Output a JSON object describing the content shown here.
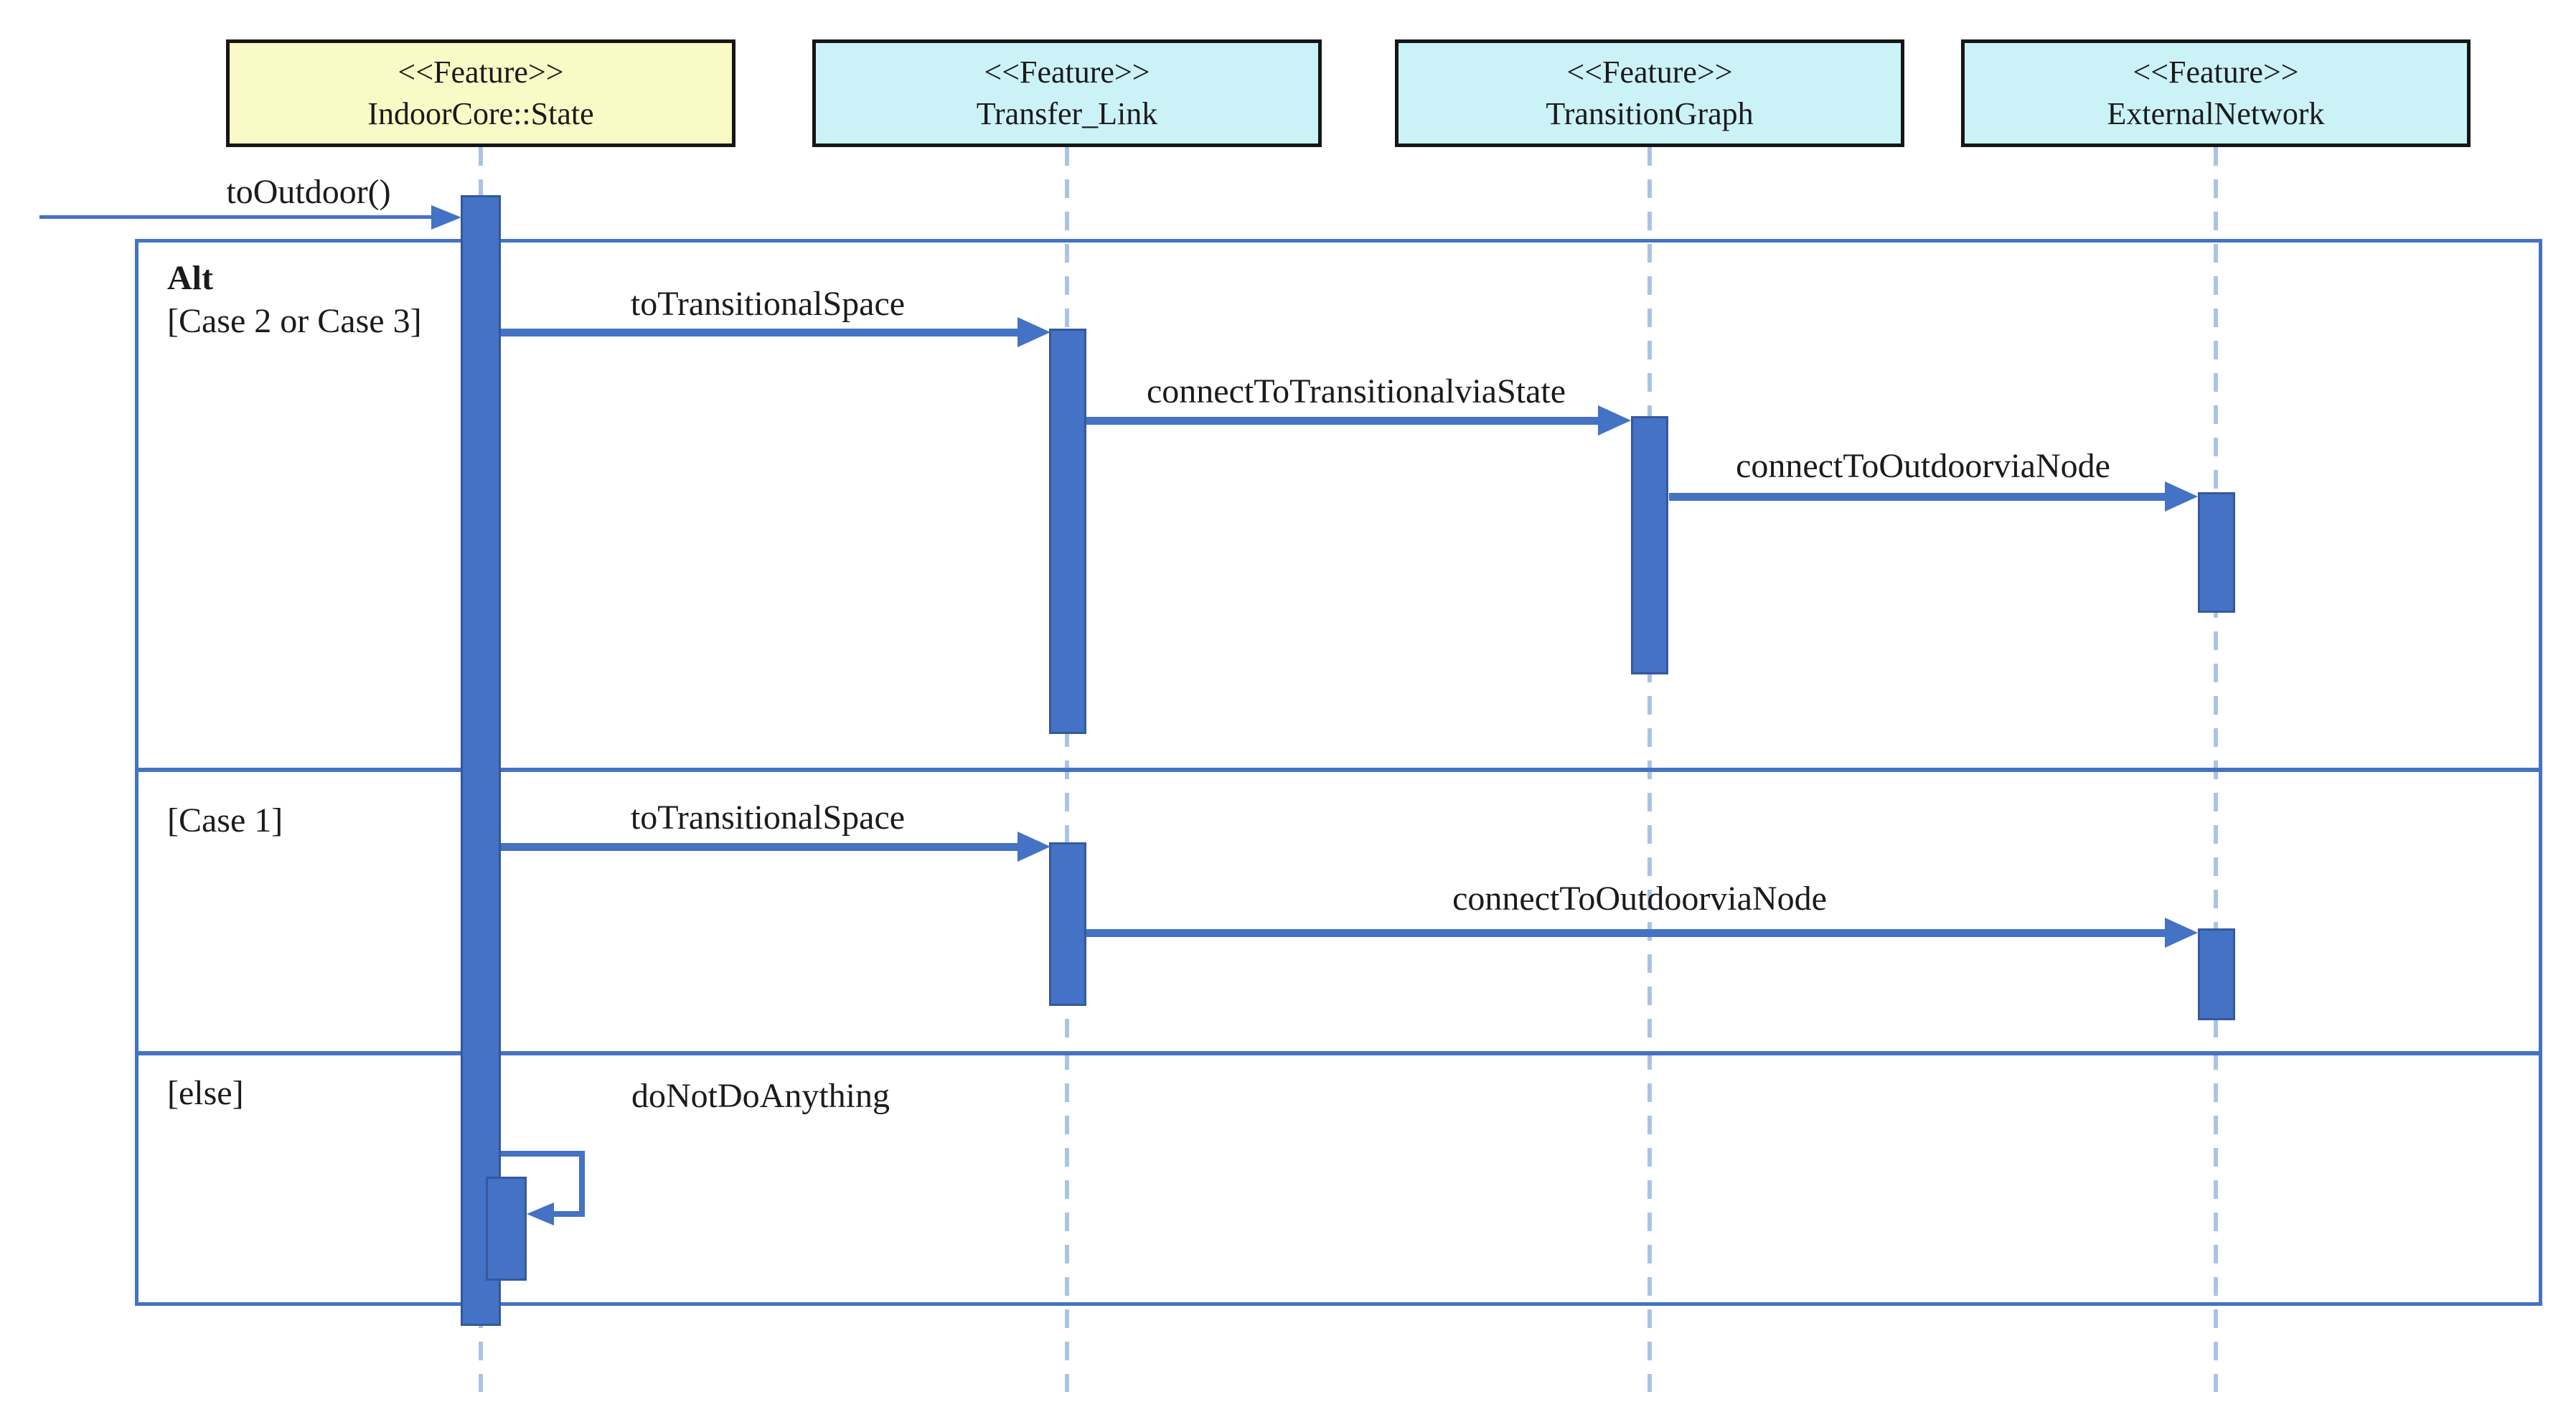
{
  "diagram": {
    "kind": "uml-sequence-diagram",
    "lifelines": [
      {
        "stereotype": "<<Feature>>",
        "name": "IndoorCore::State",
        "header_fill": "#fafac6"
      },
      {
        "stereotype": "<<Feature>>",
        "name": "Transfer_Link",
        "header_fill": "#cbf2f7"
      },
      {
        "stereotype": "<<Feature>>",
        "name": "TransitionGraph",
        "header_fill": "#cbf2f7"
      },
      {
        "stereotype": "<<Feature>>",
        "name": "ExternalNetwork",
        "header_fill": "#cbf2f7"
      }
    ],
    "entry_message": {
      "label": "toOutdoor()",
      "from": "external",
      "to": "IndoorCore::State"
    },
    "fragment": {
      "operator": "Alt",
      "sections": [
        {
          "guard": "[Case 2 or Case 3]",
          "messages": [
            {
              "label": "toTransitionalSpace",
              "from": "IndoorCore::State",
              "to": "Transfer_Link"
            },
            {
              "label": "connectToTransitionalviaState",
              "from": "Transfer_Link",
              "to": "TransitionGraph"
            },
            {
              "label": "connectToOutdoorviaNode",
              "from": "TransitionGraph",
              "to": "ExternalNetwork"
            }
          ]
        },
        {
          "guard": "[Case 1]",
          "messages": [
            {
              "label": "toTransitionalSpace",
              "from": "IndoorCore::State",
              "to": "Transfer_Link"
            },
            {
              "label": "connectToOutdoorviaNode",
              "from": "Transfer_Link",
              "to": "ExternalNetwork"
            }
          ]
        },
        {
          "guard": "[else]",
          "messages": [
            {
              "label": "doNotDoAnything",
              "from": "IndoorCore::State",
              "to": "IndoorCore::State",
              "self": true
            }
          ]
        }
      ]
    },
    "colors": {
      "header_yellow": "#fafac6",
      "header_cyan": "#cbf2f7",
      "header_border": "#161616",
      "message_blue": "#4472c4",
      "activation_fill": "#4472c4",
      "activation_border": "#35589f",
      "lifeline_dash": "#a9c4e6",
      "frame_border": "#4472c4",
      "text": "#1b1b1b",
      "background": "#ffffff"
    }
  }
}
